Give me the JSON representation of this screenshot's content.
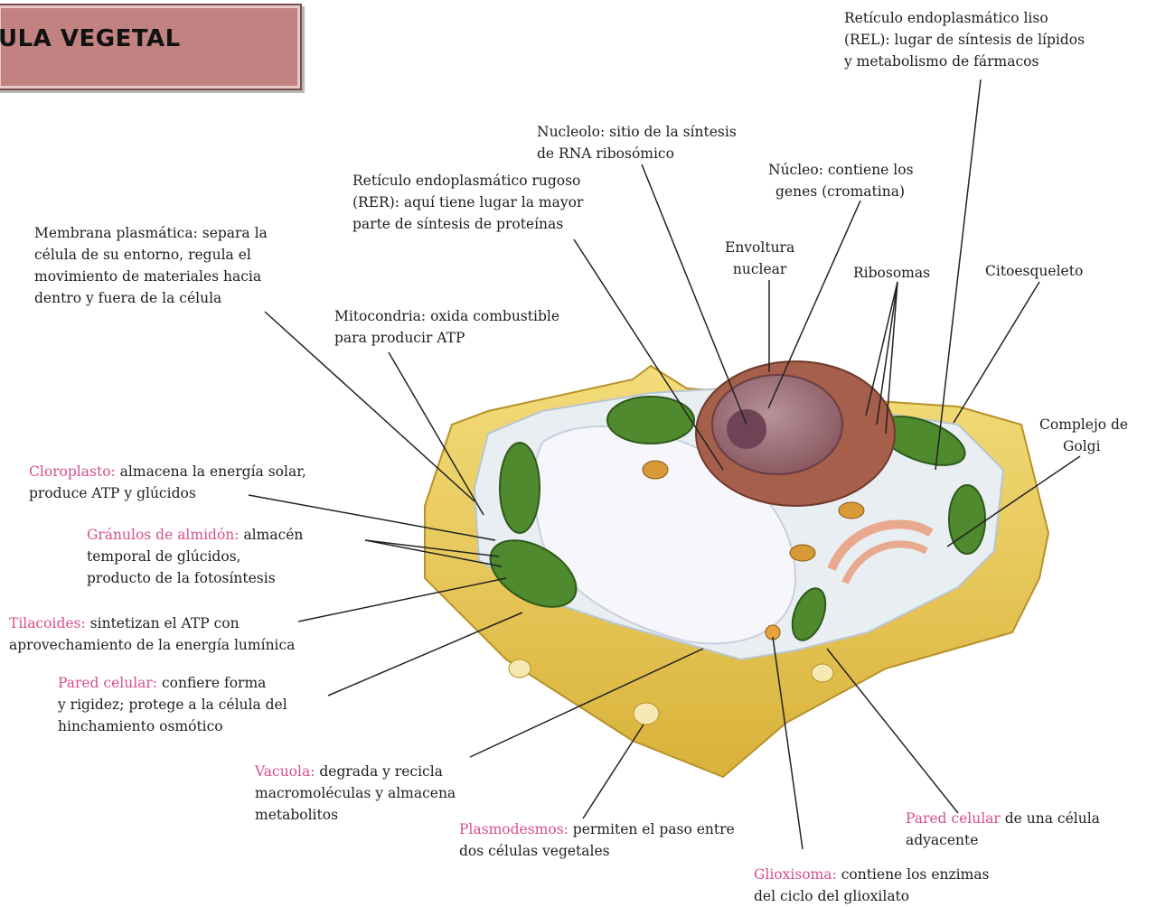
{
  "title": "ULA  VEGETAL",
  "labels": {
    "rel": {
      "lines": [
        "Retículo endoplasmático liso",
        "(REL): lugar de síntesis de lípidos",
        "y metabolismo de fármacos"
      ]
    },
    "nucleolo": {
      "lines": [
        "Nucleolo: sitio de la síntesis",
        "de RNA ribosómico"
      ]
    },
    "rer": {
      "lines": [
        "Retículo endoplasmático rugoso",
        "(RER): aquí tiene lugar la mayor",
        "parte de síntesis de proteínas"
      ]
    },
    "nucleo": {
      "lines": [
        "Núcleo: contiene los",
        "genes (cromatina)"
      ]
    },
    "membrana": {
      "lines": [
        "Membrana plasmática: separa la",
        "célula de su entorno, regula el",
        "movimiento de materiales hacia",
        "dentro y fuera de la célula"
      ]
    },
    "envoltura": {
      "lines": [
        "Envoltura",
        "nuclear"
      ]
    },
    "ribosomas": {
      "text": "Ribosomas"
    },
    "citoesqueleto": {
      "text": "Citoesqueleto"
    },
    "mitocondria": {
      "lines": [
        "Mitocondria: oxida combustible",
        "para producir ATP"
      ]
    },
    "golgi": {
      "lines": [
        "Complejo de",
        "Golgi"
      ]
    },
    "cloroplasto": {
      "term": "Cloroplasto:",
      "rest": " almacena la energía solar,",
      "line2": "produce ATP y glúcidos"
    },
    "almidon": {
      "term": "Gránulos de almidón:",
      "rest": " almacén",
      "line2": "temporal de glúcidos,",
      "line3": "producto de la fotosíntesis"
    },
    "tilacoides": {
      "term": "Tilacoides:",
      "rest": " sintetizan el ATP con",
      "line2": "aprovechamiento de la energía lumínica"
    },
    "pared": {
      "term": "Pared celular:",
      "rest": " confiere forma",
      "line2": "y rigidez; protege a la célula del",
      "line3": "hinchamiento osmótico"
    },
    "vacuola": {
      "term": "Vacuola:",
      "rest": " degrada y recicla",
      "line2": "macromoléculas y almacena",
      "line3": "metabolitos"
    },
    "plasmodesmos": {
      "term": "Plasmodesmos:",
      "rest": " permiten el paso entre",
      "line2": "dos células vegetales"
    },
    "pared_ady": {
      "term": "Pared celular",
      "rest": " de una célula",
      "line2": "adyacente"
    },
    "glioxisoma": {
      "term": "Glioxisoma:",
      "rest": " contiene los enzimas",
      "line2": "del ciclo del glioxilato"
    }
  },
  "colors": {
    "title_box": "#c38282",
    "term_pink": "#d64f8c",
    "cell_wall": "#e9c94a",
    "chloroplast": "#4f8a2e",
    "vacuole": "#f4f4f8",
    "nucleus": "#a55f4a"
  }
}
